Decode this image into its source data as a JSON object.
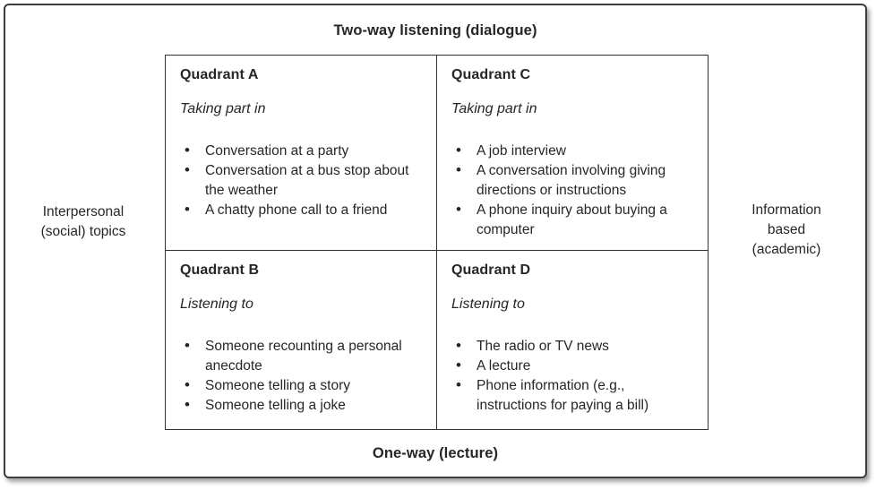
{
  "figure": {
    "type": "quadrant-matrix"
  },
  "axes": {
    "top": "Two-way listening (dialogue)",
    "bottom": "One-way (lecture)",
    "left": "Interpersonal\n(social) topics",
    "right": "Information\nbased\n(academic)"
  },
  "quadrants": [
    {
      "key": "A",
      "title": "Quadrant A",
      "lead": "Taking part in",
      "items": [
        "Conversation at a party",
        "Conversation at a bus stop about the weather",
        "A chatty phone call to a friend"
      ]
    },
    {
      "key": "C",
      "title": "Quadrant C",
      "lead": "Taking part in",
      "items": [
        "A job interview",
        "A conversation involving giving directions or instructions",
        "A phone inquiry about buying a computer"
      ]
    },
    {
      "key": "B",
      "title": "Quadrant B",
      "lead": "Listening to",
      "items": [
        "Someone recounting a personal anecdote",
        "Someone telling a story",
        "Someone telling a joke"
      ]
    },
    {
      "key": "D",
      "title": "Quadrant D",
      "lead": "Listening to",
      "items": [
        "The radio or TV news",
        "A lecture",
        "Phone information (e.g., instructions for paying a bill)"
      ]
    }
  ],
  "colors": {
    "text": "#262626",
    "border": "#333333",
    "frame_border": "#3d3d3d",
    "background": "#ffffff"
  }
}
